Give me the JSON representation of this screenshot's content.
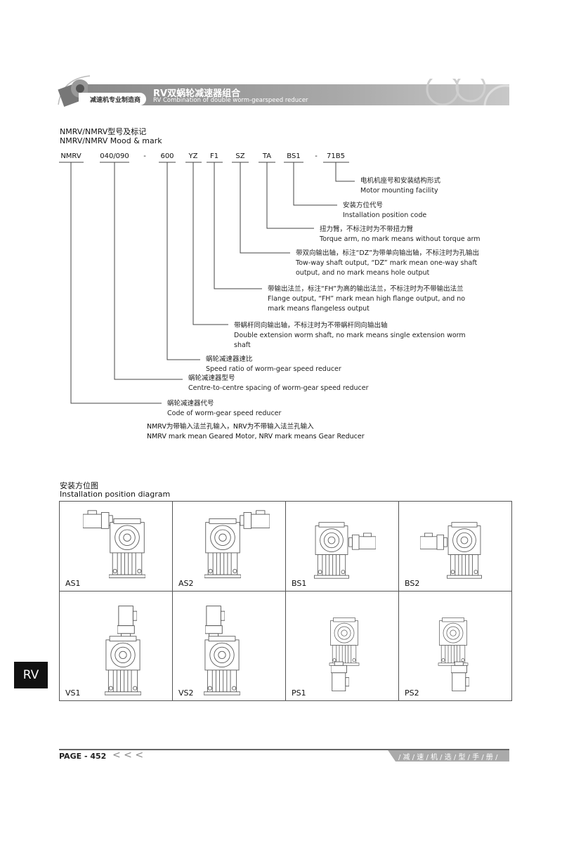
{
  "header": {
    "tagline_cn": "减速机专业制造商",
    "title_cn": "RV双蜗轮减速器组合",
    "title_en": "RV Combination of double worm-gearspeed reducer"
  },
  "model_section": {
    "title_cn": "NMRV/NMRV型号及标记",
    "title_en": "NMRV/NMRV Mood & mark"
  },
  "codes": [
    "NMRV",
    "040/090",
    "-",
    "600",
    "YZ",
    "F1",
    "SZ",
    "TA",
    "BS1",
    "-",
    "71B5"
  ],
  "descriptions": [
    {
      "lines": [
        "电机机座号和安装结构形式",
        "Motor mounting facility"
      ]
    },
    {
      "lines": [
        "安装方位代号",
        "Installation position code"
      ]
    },
    {
      "lines": [
        "扭力臂，不标注时为不带扭力臂",
        "Torque arm, no mark means without torque arm"
      ]
    },
    {
      "lines": [
        "带双向输出轴，标注“DZ”为带单向输出轴，不标注时为孔输出",
        "Tow-way shaft output, “DZ” mark mean one-way shaft",
        "output, and no mark means hole output"
      ]
    },
    {
      "lines": [
        "带输出法兰，标注“FH”为高的输出法兰，不标注时为不带输出法兰",
        "Flange output, “FH” mark mean high flange output, and no",
        "mark means flangeless output"
      ]
    },
    {
      "lines": [
        "带蜗杆同向输出轴，不标注时为不带蜗杆同向输出轴",
        "Double extension worm shaft, no mark means single extension worm",
        "shaft"
      ]
    },
    {
      "lines": [
        "蜗轮减速器速比",
        "Speed ratio of worm-gear speed reducer"
      ]
    },
    {
      "lines": [
        "蜗轮减速器型号",
        "Centre-to-centre spacing of worm-gear speed reducer"
      ]
    },
    {
      "lines": [
        "蜗轮减速器代号",
        "Code of worm-gear speed reducer"
      ]
    }
  ],
  "notes": [
    "NMRV为带输入法兰孔输入，NRV为不带输入法兰孔输入",
    "NMRV mark mean Geared Motor, NRV mark means Gear Reducer"
  ],
  "install_section": {
    "title_cn": "安装方位图",
    "title_en": "Installation position diagram"
  },
  "positions": [
    "AS1",
    "AS2",
    "BS1",
    "BS2",
    "VS1",
    "VS2",
    "PS1",
    "PS2"
  ],
  "footer": {
    "page": "PAGE - 452",
    "arrows": "< < <",
    "manual": "/ 减 / 速 / 机 / 选 / 型 / 手 / 册 /"
  },
  "side_tab": "RV"
}
